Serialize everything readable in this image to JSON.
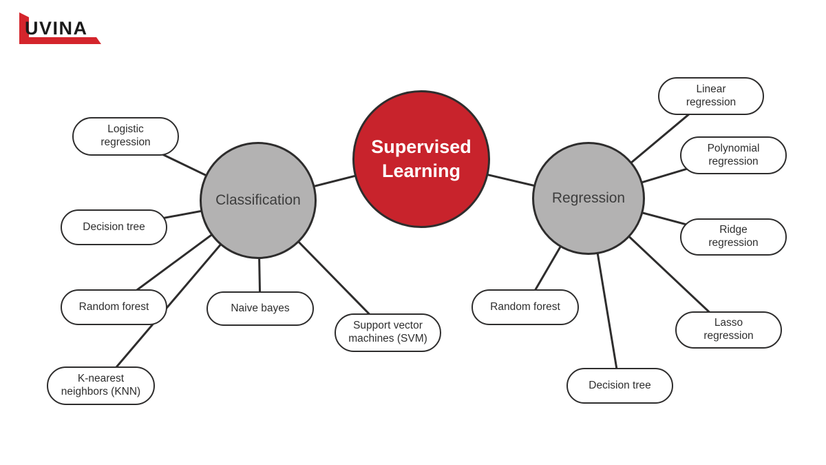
{
  "logo": {
    "text": "UVINA"
  },
  "colors": {
    "accent_red": "#c8232c",
    "node_gray": "#b3b2b2",
    "stroke_dark": "#2e2d2d",
    "logo_red": "#d4252c"
  },
  "root": {
    "label": "Supervised\nLearning"
  },
  "branches": [
    {
      "label": "Classification",
      "children": [
        {
          "label": "Logistic\nregression"
        },
        {
          "label": "Decision tree"
        },
        {
          "label": "Random forest"
        },
        {
          "label": "K-nearest\nneighbors (KNN)"
        },
        {
          "label": "Naive bayes"
        },
        {
          "label": "Support vector\nmachines (SVM)"
        }
      ]
    },
    {
      "label": "Regression",
      "children": [
        {
          "label": "Linear\nregression"
        },
        {
          "label": "Polynomial\nregression"
        },
        {
          "label": "Ridge\nregression"
        },
        {
          "label": "Lasso\nregression"
        },
        {
          "label": "Random forest"
        },
        {
          "label": "Decision tree"
        }
      ]
    }
  ]
}
